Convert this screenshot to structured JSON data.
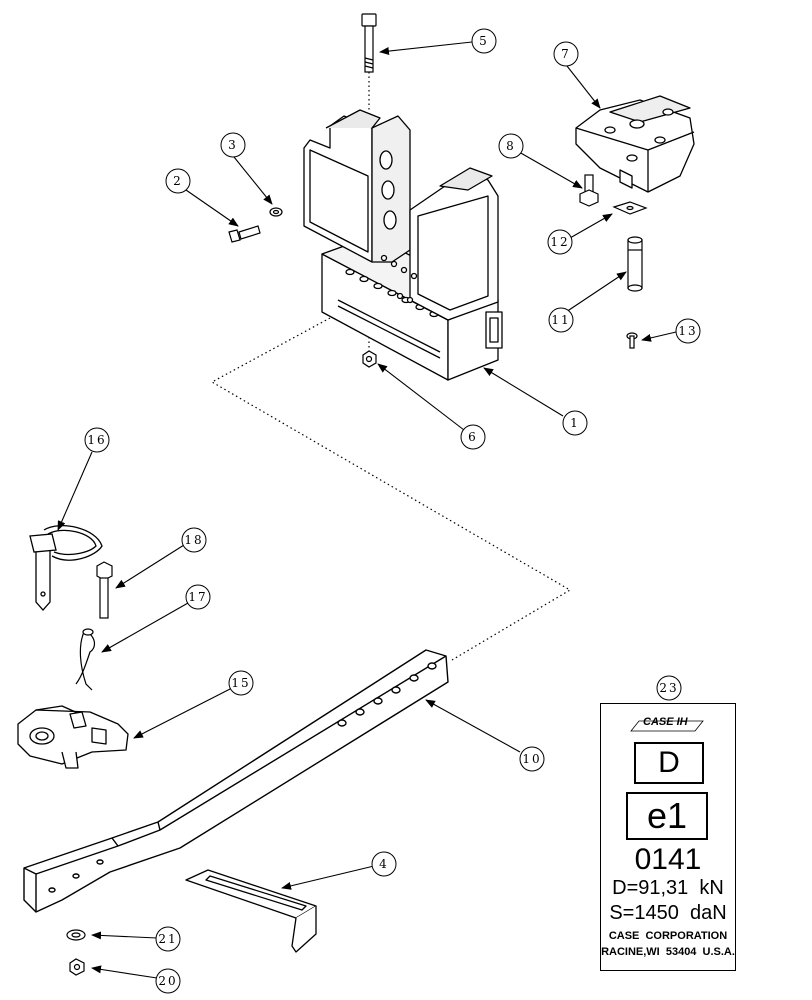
{
  "callouts": [
    {
      "id": "c5",
      "label": "5"
    },
    {
      "id": "c7",
      "label": "7"
    },
    {
      "id": "c3",
      "label": "3"
    },
    {
      "id": "c2",
      "label": "2"
    },
    {
      "id": "c8",
      "label": "8"
    },
    {
      "id": "c12",
      "label": "12"
    },
    {
      "id": "c11",
      "label": "11"
    },
    {
      "id": "c13",
      "label": "13"
    },
    {
      "id": "c1",
      "label": "1"
    },
    {
      "id": "c6",
      "label": "6"
    },
    {
      "id": "c16",
      "label": "16"
    },
    {
      "id": "c18",
      "label": "18"
    },
    {
      "id": "c17",
      "label": "17"
    },
    {
      "id": "c15",
      "label": "15"
    },
    {
      "id": "c10",
      "label": "10"
    },
    {
      "id": "c23",
      "label": "23"
    },
    {
      "id": "c4",
      "label": "4"
    },
    {
      "id": "c21",
      "label": "21"
    },
    {
      "id": "c20",
      "label": "20"
    }
  ],
  "decal": {
    "logo": "CASE IH",
    "box_d": "D",
    "box_e1": "e1",
    "code": "0141",
    "d_value": "D=91,31  kN",
    "s_value": "S=1450  daN",
    "company": "CASE  CORPORATION",
    "address": "RACINE,WI  53404  U.S.A."
  }
}
